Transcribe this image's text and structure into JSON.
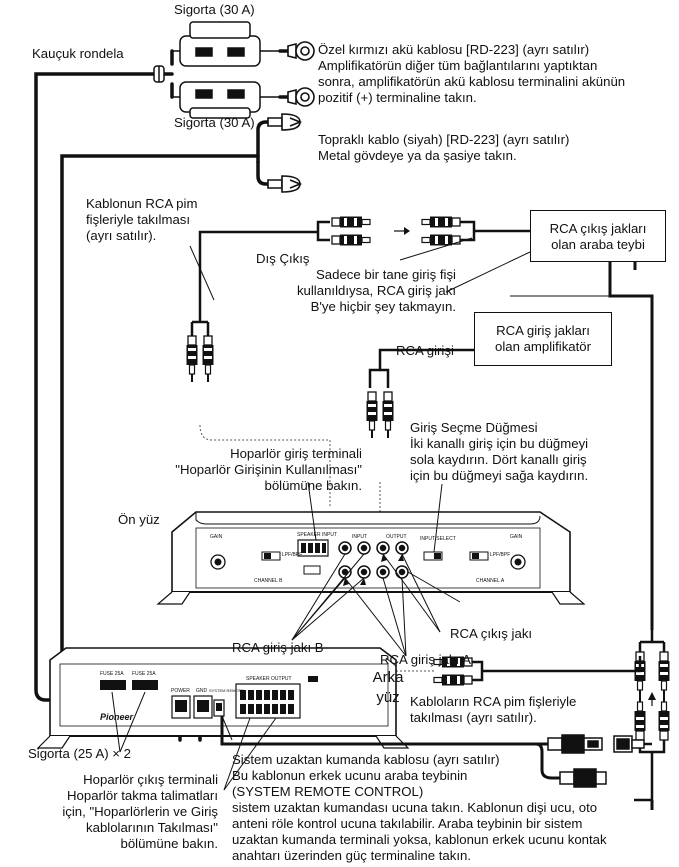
{
  "labels": {
    "fuse_top": "Sigorta (30 A)",
    "fuse_bottom": "Sigorta (30 A)",
    "grommet": "Kauçuk rondela",
    "battery_cable": [
      "Özel kırmızı akü kablosu [RD-223] (ayrı satılır)",
      "Amplifikatörün diğer tüm bağlantılarını yaptıktan",
      "sonra, amplifikatörün akü kablosu terminalini akünün",
      "pozitif (+) terminaline takın."
    ],
    "ground_cable": [
      "Topraklı kablo (siyah) [RD-223] (ayrı satılır)",
      "Metal gövdeye ya da şasiye takın."
    ],
    "rca_plug_top": [
      "Kablonun RCA pim",
      "fişleriyle takılması",
      "(ayrı satılır)."
    ],
    "head_unit_box": [
      "RCA çıkış jakları",
      "olan araba teybi"
    ],
    "external_output": "Dış Çıkış",
    "single_plug_note": [
      "Sadece bir tane giriş fişi",
      "kullanıldıysa, RCA giriş jakı",
      "B'ye hiçbir şey takmayın."
    ],
    "amp_box": [
      "RCA giriş jakları",
      "olan amplifikatör"
    ],
    "rca_input": "RCA girişi",
    "input_selector": [
      "Giriş Seçme Düğmesi",
      "İki kanallı giriş için bu düğmeyi",
      "sola kaydırın. Dört kanallı giriş",
      "için bu düğmeyi sağa kaydırın."
    ],
    "speaker_input": [
      "Hoparlör giriş terminali",
      "\"Hoparlör Girişinin Kullanılması\"",
      "bölümüne bakın."
    ],
    "front_face": "Ön yüz",
    "rca_in_b": "RCA giriş jakı B",
    "rca_out": "RCA çıkış jakı",
    "rca_in_a": "RCA giriş jakı A",
    "rear_face": [
      "Arka",
      "yüz"
    ],
    "rca_plug_bottom": [
      "Kabloların RCA pim fişleriyle",
      "takılması (ayrı satılır)."
    ],
    "fuse_25": "Sigorta (25 A) × 2",
    "speaker_output": [
      "Hoparlör çıkış terminali",
      "Hoparlör takma talimatları",
      "için, \"Hoparlörlerin ve Giriş",
      "kablolarının Takılması\"",
      "bölümüne bakın."
    ],
    "remote_cable": [
      "Sistem uzaktan kumanda kablosu (ayrı satılır)",
      "Bu kablonun erkek ucunu araba teybinin",
      "(SYSTEM REMOTE CONTROL)",
      "sistem uzaktan kumandası ucuna takın. Kablonun dişi ucu, oto",
      "anteni röle kontrol ucuna takılabilir. Araba teybinin bir sistem",
      "uzaktan kumanda terminali yoksa, kablonun erkek ucunu kontak",
      "anahtarı üzerinden güç terminaline takın."
    ]
  },
  "panel_text": {
    "front_gain_left": "GAIN",
    "front_gain_right": "GAIN",
    "lpf_left": "LPF/BPF",
    "lpf_right": "LPF/BPF",
    "speaker_input": "SPEAKER INPUT",
    "input": "INPUT",
    "output": "OUTPUT",
    "input_select": "INPUT SELECT",
    "channel_b": "CHANNEL B",
    "channel_a": "CHANNEL A",
    "fuse_25a_1": "FUSE 25A",
    "fuse_25a_2": "FUSE 25A",
    "power": "POWER",
    "ground": "GND",
    "system_remote": "SYSTEM REMOTE",
    "speaker_output": "SPEAKER OUTPUT",
    "brand": "Pioneer"
  }
}
